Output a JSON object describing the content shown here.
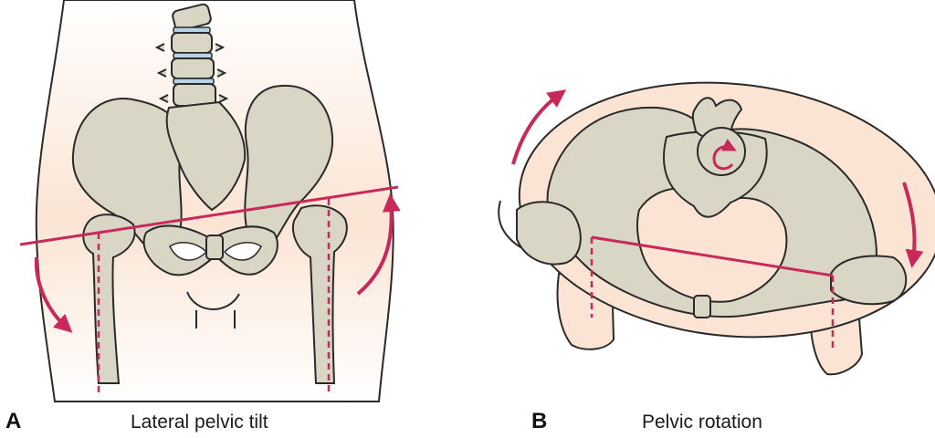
{
  "panels": [
    {
      "letter": "A",
      "caption": "Lateral pelvic tilt"
    },
    {
      "letter": "B",
      "caption": "Pelvic rotation"
    }
  ],
  "colors": {
    "bone": "#d9d6c5",
    "bone_outline": "#2a2a2a",
    "skin": "#fbe4d3",
    "skin_fade": "#ffffff",
    "arrow": "#c8285a",
    "disc": "#b9d3e6"
  },
  "icons": [
    "curved-arrow-down-left",
    "curved-arrow-up-right",
    "curved-arrow-clockwise",
    "curved-arrow-counterclockwise"
  ]
}
